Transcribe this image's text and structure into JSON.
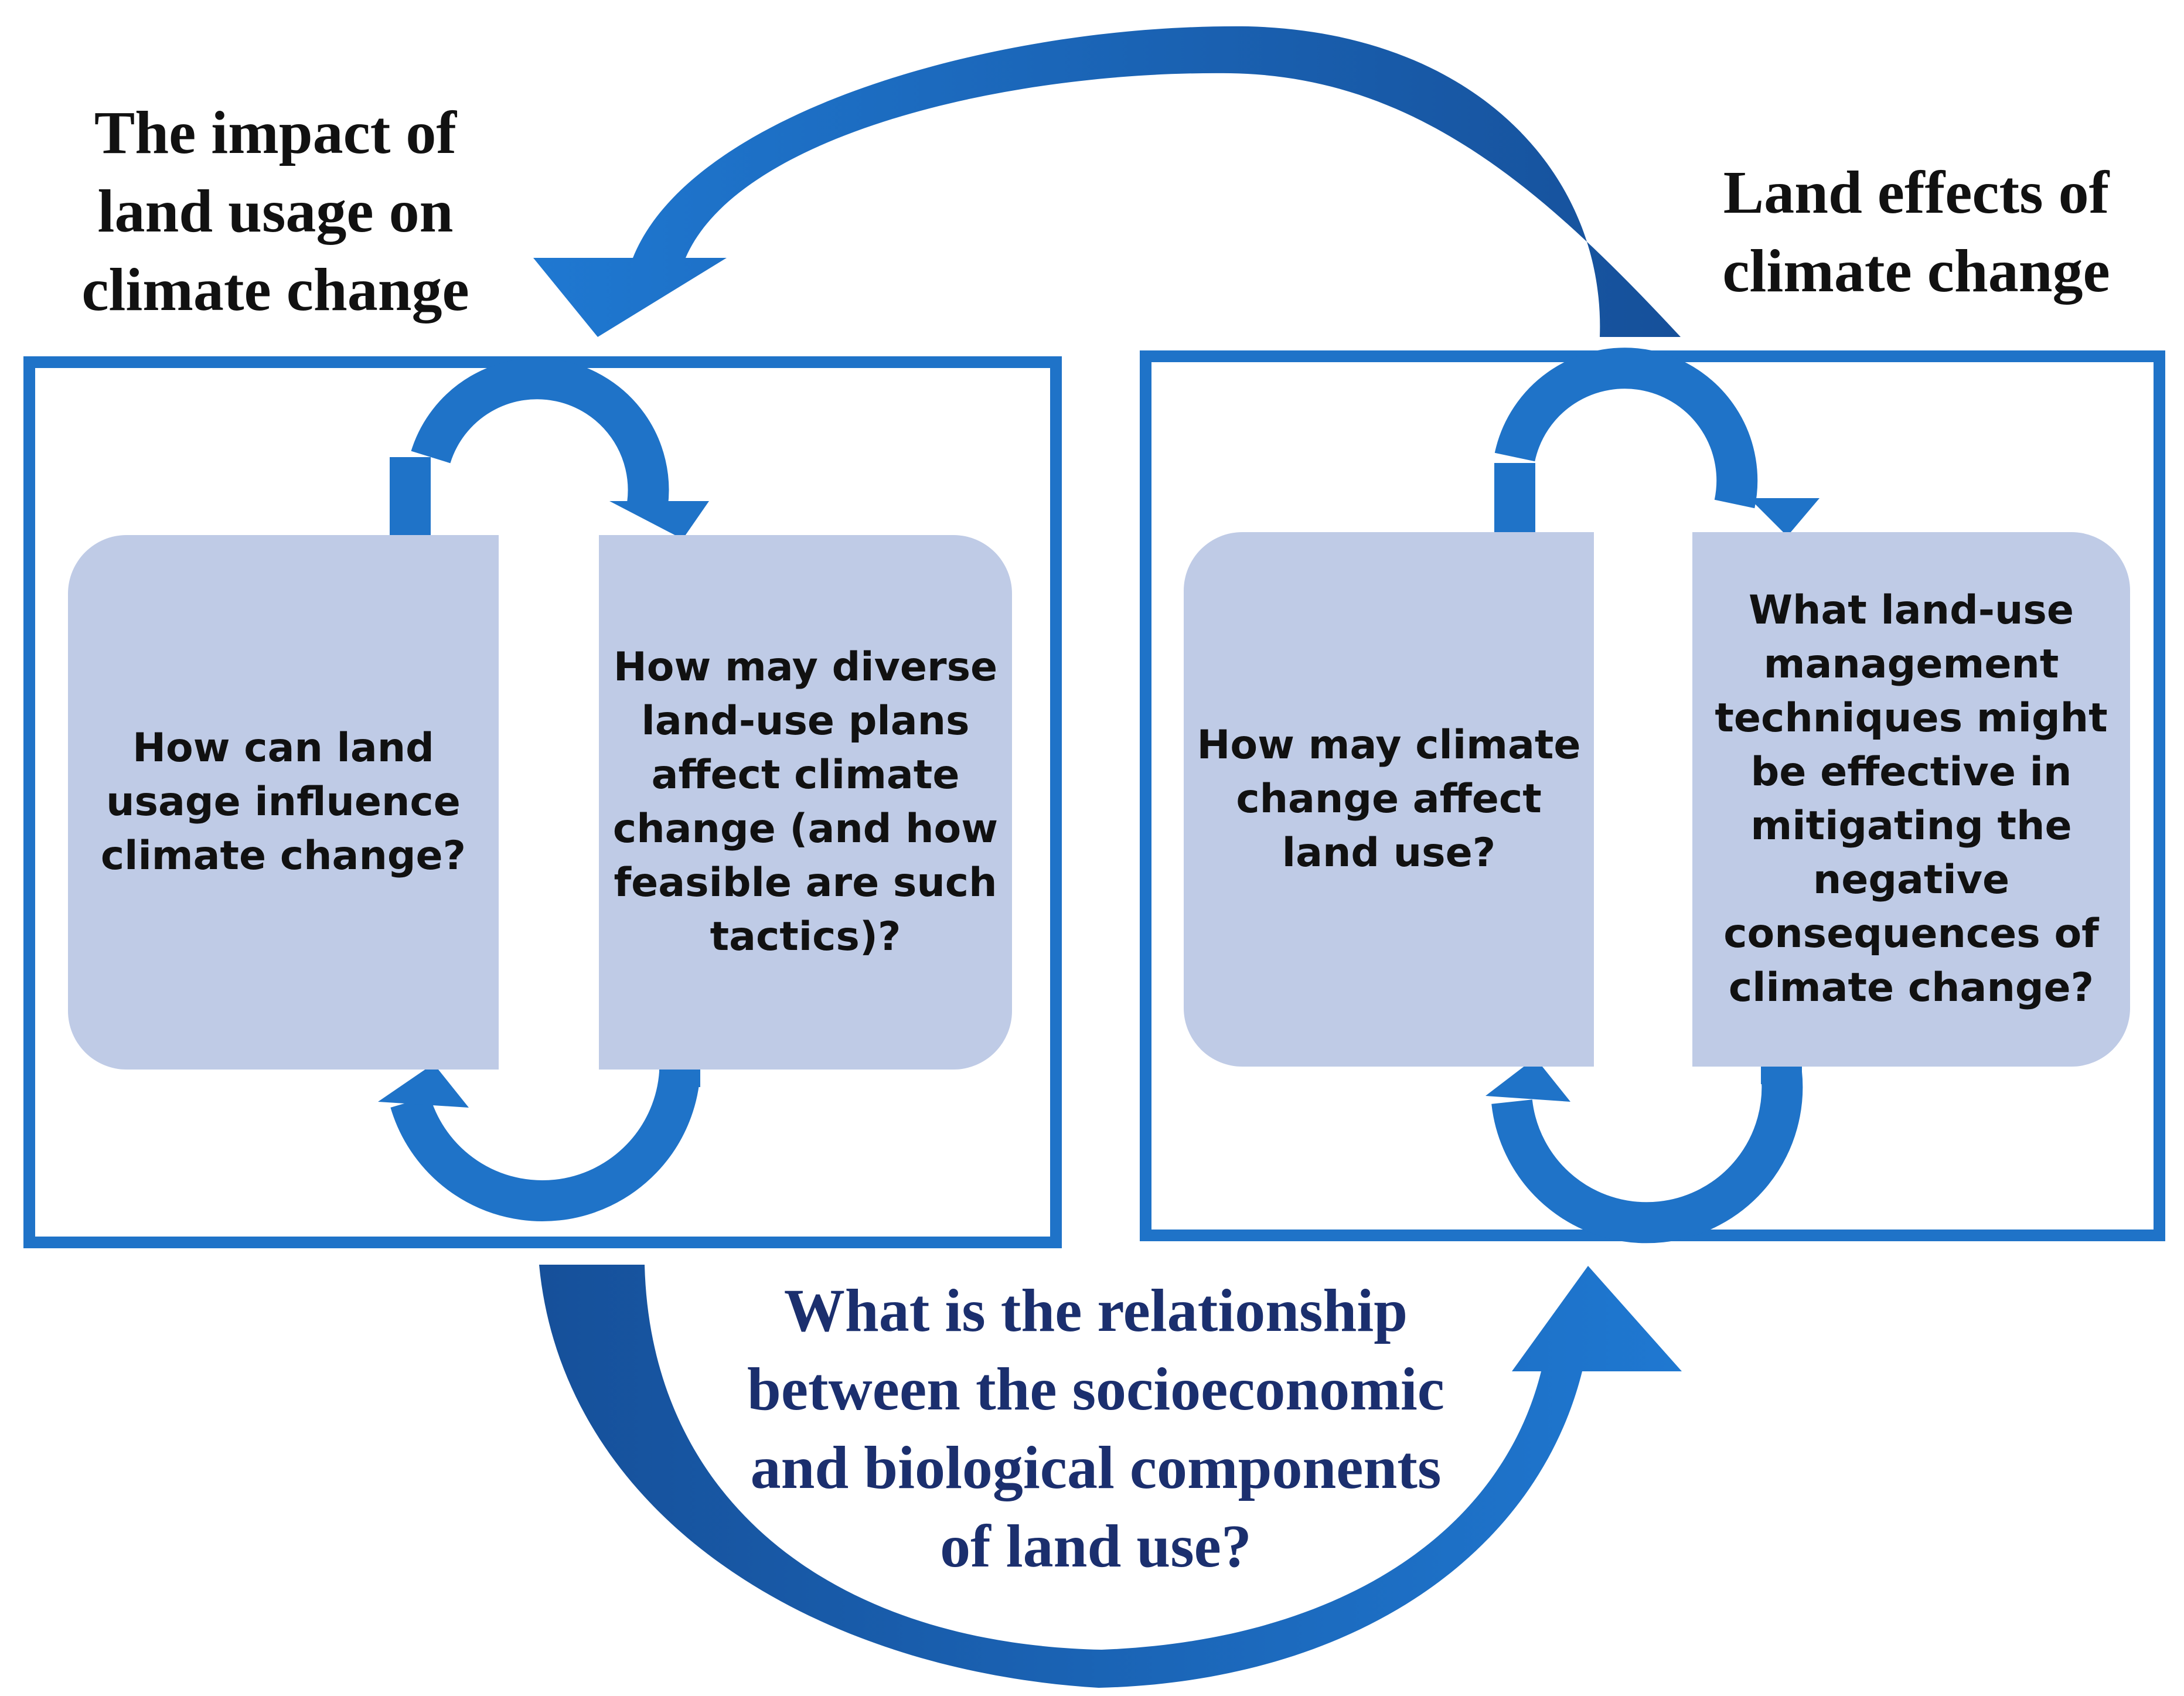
{
  "colors": {
    "panel_border": "#1f73c8",
    "question_box_fill": "#bfcbe6",
    "small_arrow": "#1f73c8",
    "large_arrow_dark": "#16509a",
    "large_arrow_light": "#1f78d1",
    "bottom_question_text": "#1b2f6e",
    "title_text": "#111111"
  },
  "titles": {
    "left": [
      "The impact of",
      "land usage on",
      "climate change"
    ],
    "right": [
      "Land effects of",
      "climate change"
    ]
  },
  "central_question": [
    "What is the relationship",
    "between the socioeconomic",
    "and biological components",
    "of land use?"
  ],
  "left_panel": {
    "q1": [
      "How can land",
      "usage influence",
      "climate change?"
    ],
    "q2": [
      "How may diverse",
      "land-use plans",
      "affect climate",
      "change (and how",
      "feasible are such",
      "tactics)?"
    ]
  },
  "right_panel": {
    "q3": [
      "How may climate",
      "change affect",
      "land use?"
    ],
    "q4": [
      "What land-use",
      "management",
      "techniques might",
      "be effective in",
      "mitigating the",
      "negative",
      "consequences of",
      "climate change?"
    ]
  },
  "icons": {
    "top_arc_arrow": "curved-arrow-icon",
    "bottom_arc_arrow": "curved-arrow-icon",
    "cycle_arrows": "cycle-arrow-icon"
  }
}
